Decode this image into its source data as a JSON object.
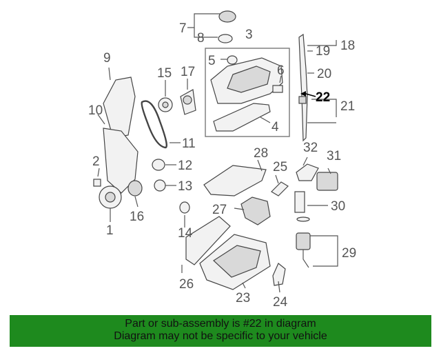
{
  "callouts": {
    "c1": "1",
    "c2": "2",
    "c3": "3",
    "c4": "4",
    "c5": "5",
    "c6": "6",
    "c7": "7",
    "c8": "8",
    "c9": "9",
    "c10": "10",
    "c11": "11",
    "c12": "12",
    "c13": "13",
    "c14": "14",
    "c15": "15",
    "c16": "16",
    "c17": "17",
    "c18": "18",
    "c19": "19",
    "c20": "20",
    "c21": "21",
    "c22": "22",
    "c23": "23",
    "c24": "24",
    "c25": "25",
    "c26": "26",
    "c27": "27",
    "c28": "28",
    "c29": "29",
    "c30": "30",
    "c31": "31",
    "c32": "32"
  },
  "highlighted_callout": "22",
  "colors": {
    "banner_bg": "#1e8a1e",
    "highlight": "#000000",
    "callout": "#555555"
  },
  "banner": {
    "line1": "Part or sub-assembly is #22 in diagram",
    "line2": "Diagram may not be specific to your vehicle"
  }
}
